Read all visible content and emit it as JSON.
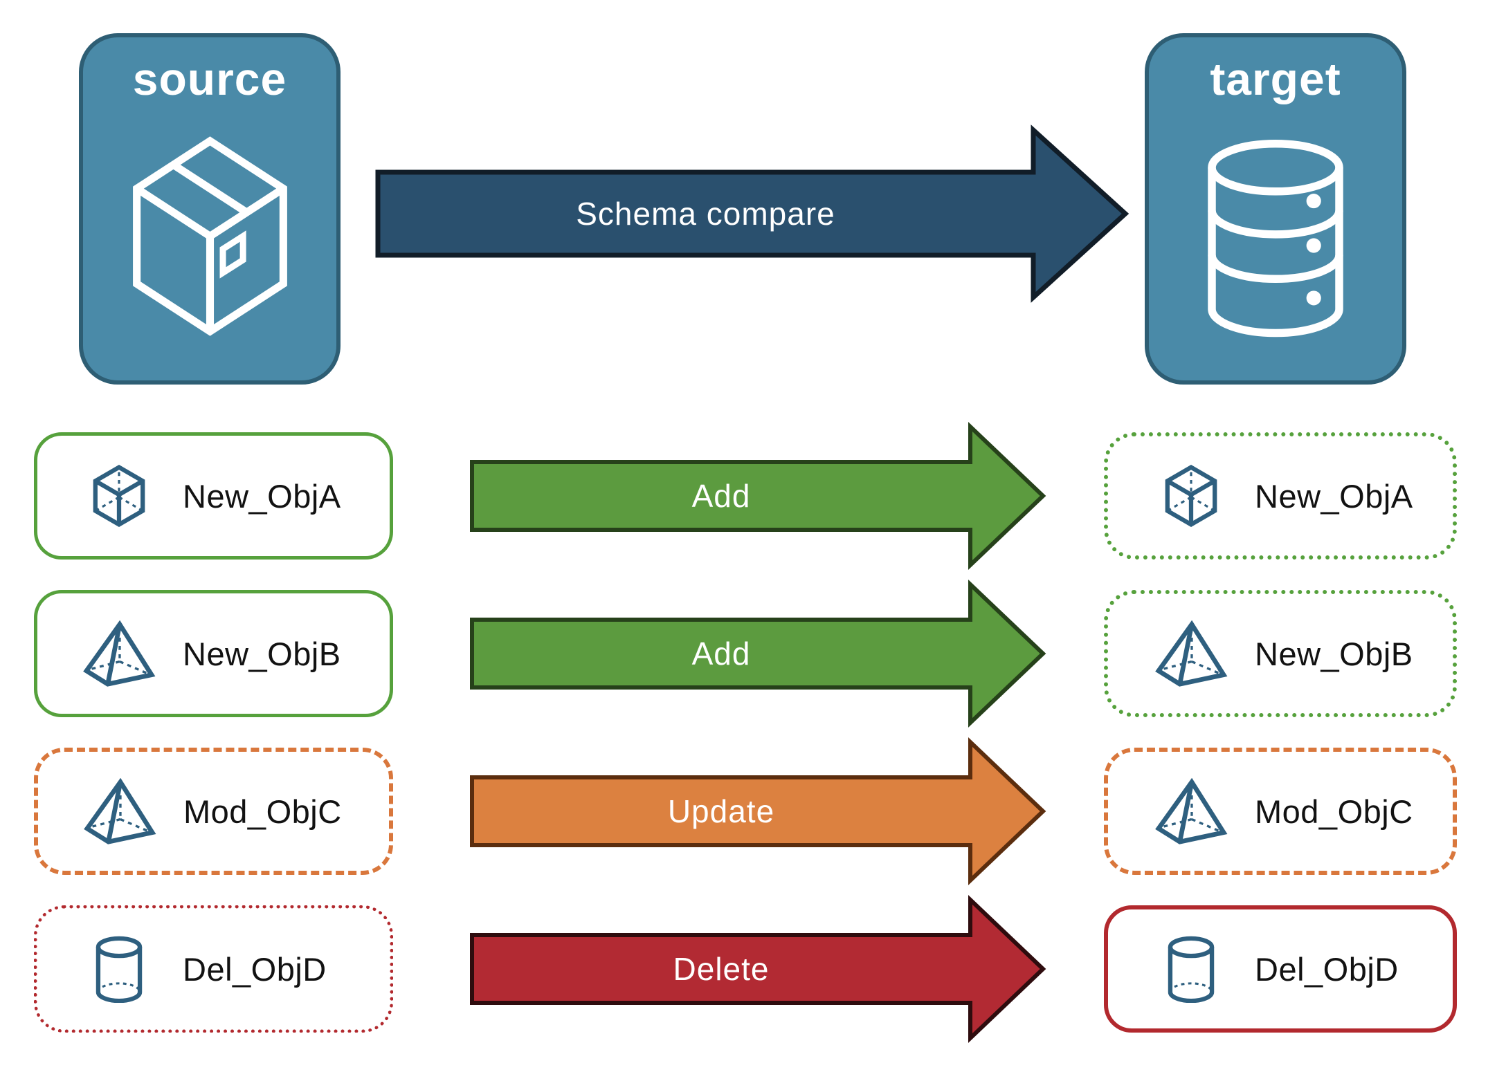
{
  "title": "Schema compare diagram",
  "nodes": {
    "source": {
      "label": "source",
      "icon": "package-box-icon"
    },
    "target": {
      "label": "target",
      "icon": "database-icon"
    }
  },
  "schema_arrow": {
    "label": "Schema compare",
    "direction": "source-to-target"
  },
  "rows": [
    {
      "object": "New_ObjA",
      "action": "Add",
      "icon": "cube-icon",
      "source_box": {
        "label": "New_ObjA",
        "border": "green-solid"
      },
      "target_box": {
        "label": "New_ObjA",
        "border": "green-dotted"
      }
    },
    {
      "object": "New_ObjB",
      "action": "Add",
      "icon": "pyramid-icon",
      "source_box": {
        "label": "New_ObjB",
        "border": "green-solid"
      },
      "target_box": {
        "label": "New_ObjB",
        "border": "green-dotted"
      }
    },
    {
      "object": "Mod_ObjC",
      "action": "Update",
      "icon": "pyramid-icon",
      "source_box": {
        "label": "Mod_ObjC",
        "border": "orange-dashed"
      },
      "target_box": {
        "label": "Mod_ObjC",
        "border": "orange-dashed"
      }
    },
    {
      "object": "Del_ObjD",
      "action": "Delete",
      "icon": "cylinder-icon",
      "source_box": {
        "label": "Del_ObjD",
        "border": "red-dotted"
      },
      "target_box": {
        "label": "Del_ObjD",
        "border": "red-solid"
      }
    }
  ],
  "colors": {
    "background": "#ffffff",
    "node_fill": "#4a8aa8",
    "node_border": "#2e5e74",
    "node_text": "#ffffff",
    "icon_stroke": "#2e5f7f",
    "schema_fill": "#2a506e",
    "schema_border": "#111d28",
    "add_fill": "#5c9b3f",
    "add_border": "#26411a",
    "update_fill": "#dc8140",
    "update_border": "#5b2d0e",
    "delete_fill": "#b22a33",
    "delete_border": "#2e0c0e",
    "green_outline": "#56a13c",
    "orange_outline": "#d9773c",
    "red_outline": "#b2292e",
    "label_text": "#121212",
    "arrow_text": "#ffffff"
  }
}
